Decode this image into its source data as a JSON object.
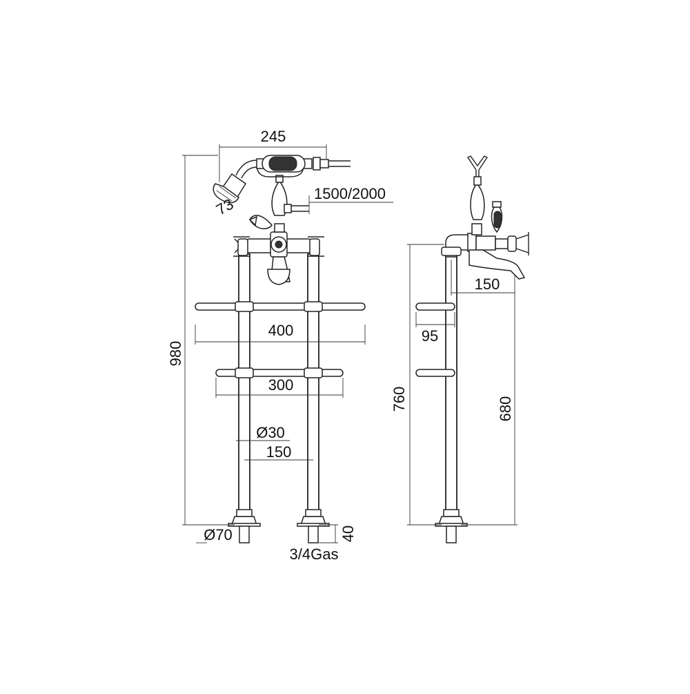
{
  "front_view": {
    "dims": {
      "handshower_reach": "245",
      "hose_length": "1500/2000",
      "head_diameter": "73",
      "total_height": "980",
      "upper_rail_width": "400",
      "lower_rail_width": "300",
      "leg_diameter": "Ø30",
      "leg_spacing": "150",
      "base_diameter": "Ø70",
      "tail_length": "40",
      "thread": "3/4Gas"
    }
  },
  "side_view": {
    "dims": {
      "spout_projection": "150",
      "rail_offset": "95",
      "spout_height": "760",
      "rail_height": "680"
    }
  }
}
